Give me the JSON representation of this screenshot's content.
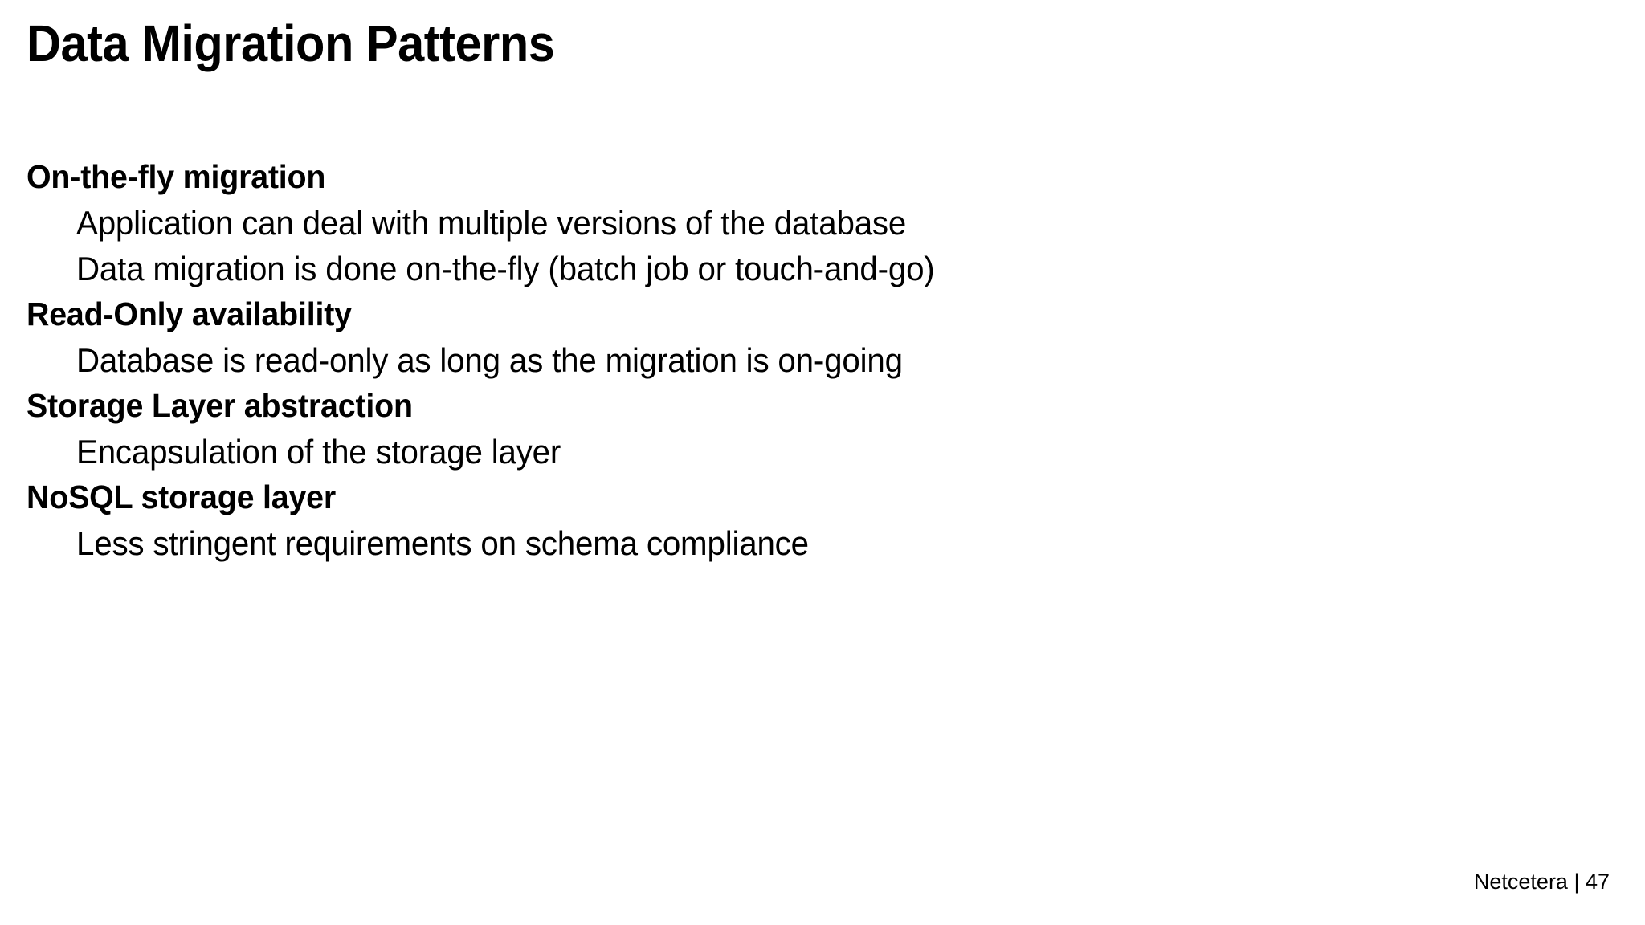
{
  "slide": {
    "title": "Data Migration Patterns",
    "background_color": "#ffffff",
    "text_color": "#000000",
    "lines": [
      {
        "text": "On-the-fly migration",
        "level": 0
      },
      {
        "text": "Application can deal with multiple versions of the database",
        "level": 1
      },
      {
        "text": "Data migration is done on-the-fly (batch job or touch-and-go)",
        "level": 1
      },
      {
        "text": "Read-Only availability",
        "level": 0
      },
      {
        "text": "Database is read-only as long as the migration is on-going",
        "level": 1
      },
      {
        "text": "Storage Layer abstraction",
        "level": 0
      },
      {
        "text": "Encapsulation of the storage layer",
        "level": 1
      },
      {
        "text": "NoSQL storage layer",
        "level": 0
      },
      {
        "text": "Less stringent requirements on schema compliance",
        "level": 1
      }
    ],
    "footer": {
      "brand": "Netcetera",
      "separator": "|",
      "page_number": "47",
      "text": "Netcetera | 47"
    }
  }
}
